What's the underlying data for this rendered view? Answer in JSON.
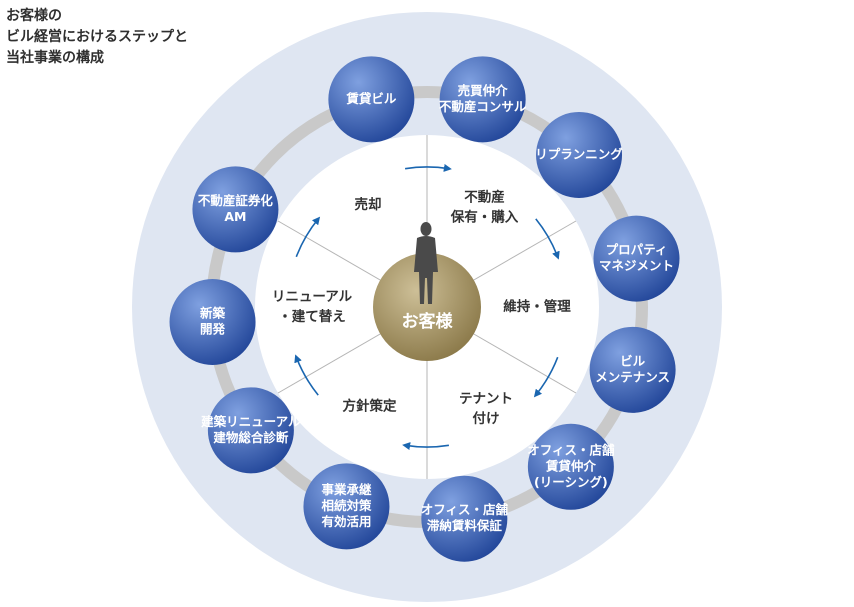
{
  "title": {
    "lines": [
      "お客様の",
      "ビル経営におけるステップと",
      "当社事業の構成"
    ]
  },
  "center": {
    "label": "お客様"
  },
  "colors": {
    "outer_ring": "#dfe6f2",
    "ring_track": "#c9c9c9",
    "node_light": "#6d8fd4",
    "node_dark": "#244a9a",
    "center_light": "#c9b98e",
    "center_dark": "#8c7a4c",
    "arrow": "#1a66b0",
    "divider": "#b5b5b5"
  },
  "icons": {
    "person": "person-silhouette-icon",
    "arrow": "curved-arrow-icon"
  },
  "business_nodes": [
    {
      "lines": [
        "賃貸ビル"
      ]
    },
    {
      "lines": [
        "売買仲介",
        "不動産コンサル"
      ]
    },
    {
      "lines": [
        "リプランニング"
      ]
    },
    {
      "lines": [
        "プロパティ",
        "マネジメント"
      ]
    },
    {
      "lines": [
        "ビル",
        "メンテナンス"
      ]
    },
    {
      "lines": [
        "オフィス・店舗",
        "賃貸仲介",
        "(リーシング)"
      ]
    },
    {
      "lines": [
        "オフィス・店舗",
        "滞納賃料保証"
      ]
    },
    {
      "lines": [
        "事業承継",
        "相続対策",
        "有効活用"
      ]
    },
    {
      "lines": [
        "建築リニューアル",
        "建物総合診断"
      ]
    },
    {
      "lines": [
        "新築",
        "開発"
      ]
    },
    {
      "lines": [
        "不動産証券化",
        "AM"
      ]
    }
  ],
  "steps": [
    {
      "lines": [
        "不動産",
        "保有・購入"
      ]
    },
    {
      "lines": [
        "維持・管理"
      ]
    },
    {
      "lines": [
        "テナント",
        "付け"
      ]
    },
    {
      "lines": [
        "方針策定"
      ]
    },
    {
      "lines": [
        "リニューアル",
        "・建て替え"
      ]
    },
    {
      "lines": [
        "売却"
      ]
    }
  ]
}
